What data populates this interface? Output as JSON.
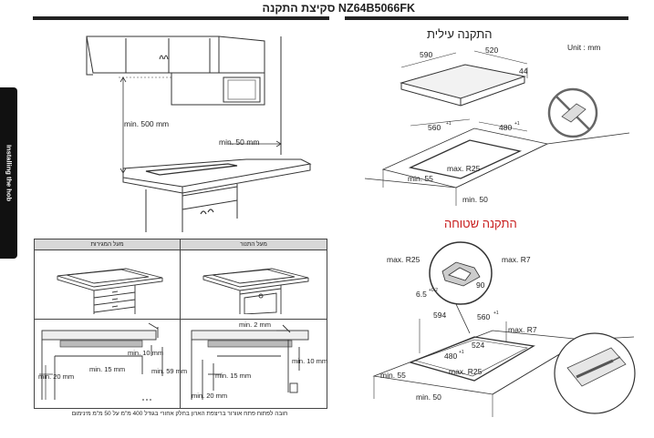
{
  "header": {
    "title": "NZ64B5066FK סקיצת התקנה"
  },
  "side_tab": {
    "label": "Installing the hob"
  },
  "unit_label": "Unit : mm",
  "cabinet_diagram": {
    "min_500": "min. 500 mm",
    "min_50": "min. 50 mm"
  },
  "top_install": {
    "title": "התקנה עילית",
    "dims": {
      "d590": "590",
      "d520": "520",
      "d44": "44",
      "d560": "560",
      "d480": "480",
      "tol": "+1",
      "maxR25": "max. R25",
      "min55": "min. 55",
      "min50": "min. 50"
    }
  },
  "flush_install": {
    "title": "התקנה שטוחה",
    "dims": {
      "maxR25a": "max. R25",
      "maxR7a": "max. R7",
      "d90": "90",
      "d65": "6.5",
      "tol02": "+0.2",
      "d594": "594",
      "d560": "560",
      "tol": "+1",
      "maxR7b": "max. R7",
      "d524": "524",
      "d480": "480",
      "maxR25b": "max. R25",
      "min55": "min. 55",
      "min50": "min. 50"
    }
  },
  "table": {
    "col_right": "מעל התנור",
    "col_left": "מעל המגירות",
    "left_dims": {
      "min10": "min. 10 mm",
      "min15": "min. 15 mm",
      "min20": "min. 20 mm",
      "min59": "min. 59 mm"
    },
    "right_dims": {
      "min2": "min. 2 mm",
      "min10": "min. 10 mm",
      "min15": "min. 15 mm",
      "min20": "min. 20 mm"
    }
  },
  "footnote": "חובה לפתוח פתח אוורור בריצפת הארון בחלק אחורי בגודל 400 מ\"מ על 50 מ\"מ מינימום"
}
